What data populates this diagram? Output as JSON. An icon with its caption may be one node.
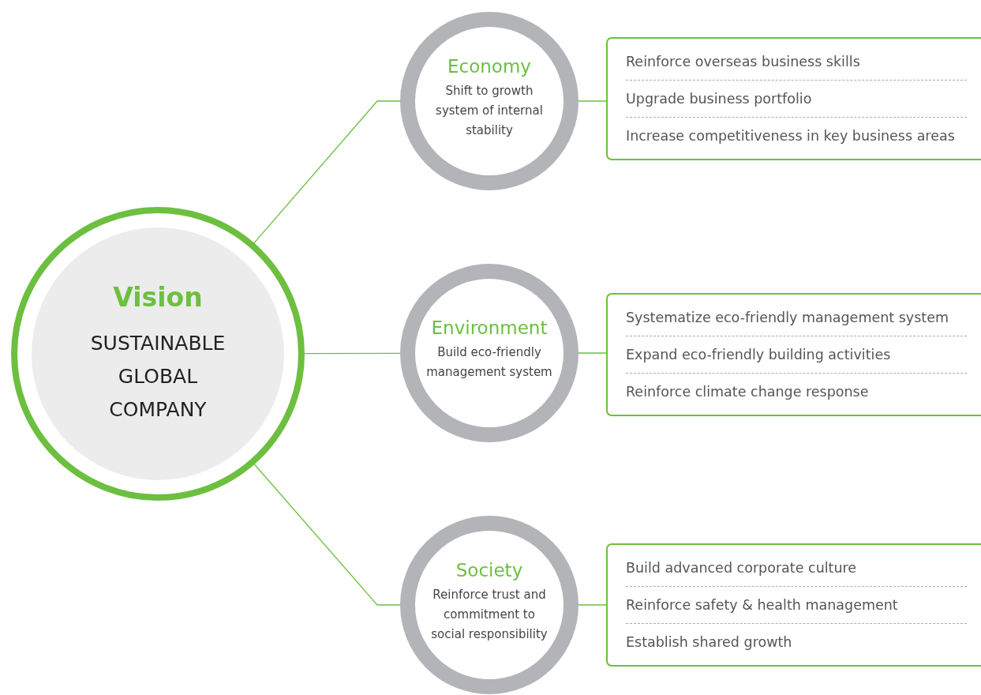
{
  "diagram": {
    "nodes": [
      {
        "text": [
          "Vision",
          "SUSTAINABLE GLOBAL COMPANY"
        ]
      },
      {
        "text": [
          "Economy",
          "Shift to growth system of internal stability"
        ]
      },
      {
        "text": [
          "Reinforce overseas business skills",
          "Upgrade business portfolio",
          "Increase competitiveness in key business areas"
        ]
      },
      {
        "text": [
          "Environment",
          "Build eco-friendly management system"
        ]
      },
      {
        "text": [
          "Systematize eco-friendly management system",
          "Expand eco-friendly building activities",
          "Reinforce climate change response"
        ]
      },
      {
        "text": [
          "Society",
          "Reinforce trust and commitment to social responsibility"
        ]
      },
      {
        "text": [
          "Build advanced corporate culture",
          "Reinforce safety & health management",
          "Establish shared growth"
        ]
      }
    ],
    "edges": [
      {
        "from": 0,
        "to": 1,
        "arrow": "none"
      },
      {
        "from": 1,
        "to": 2,
        "arrow": "none"
      },
      {
        "from": 0,
        "to": 3,
        "arrow": "none"
      },
      {
        "from": 3,
        "to": 4,
        "arrow": "none"
      },
      {
        "from": 0,
        "to": 5,
        "arrow": "none"
      },
      {
        "from": 5,
        "to": 6,
        "arrow": "none"
      }
    ]
  }
}
